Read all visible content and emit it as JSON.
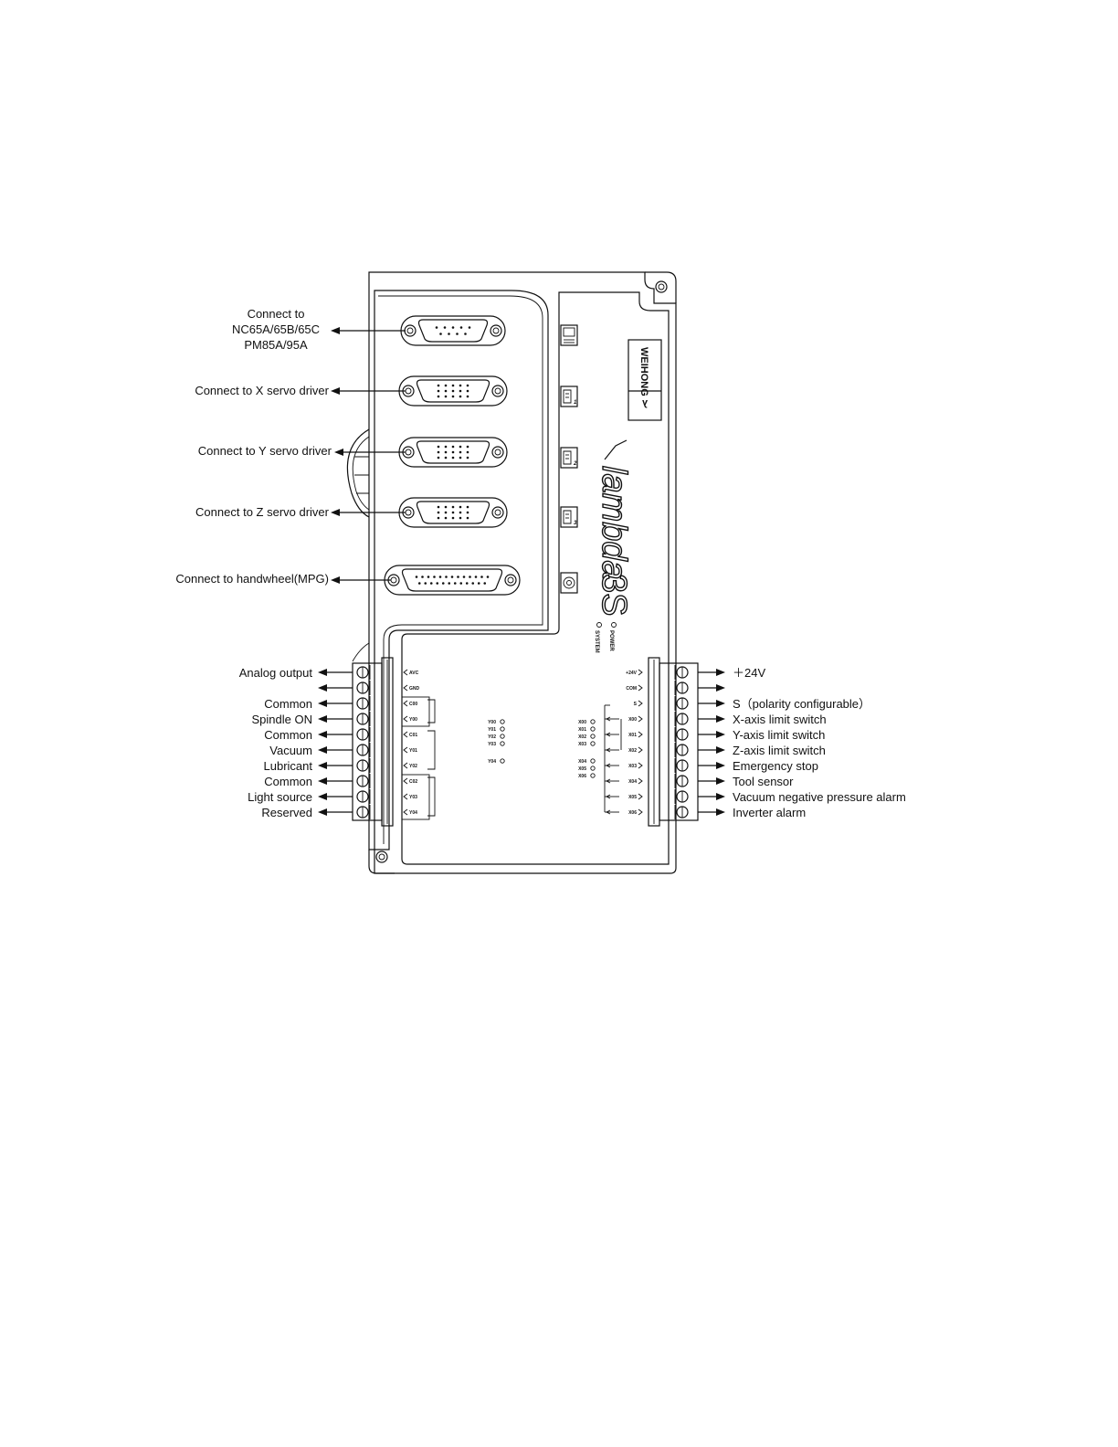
{
  "top_ports": [
    {
      "label_lines": [
        "Connect to",
        "NC65A/65B/65C",
        "PM85A/95A"
      ],
      "pins": 9
    },
    {
      "label_lines": [
        "Connect to X servo driver"
      ],
      "pins": 15
    },
    {
      "label_lines": [
        "Connect to Y servo driver"
      ],
      "pins": 15
    },
    {
      "label_lines": [
        "Connect to Z servo driver"
      ],
      "pins": 15
    },
    {
      "label_lines": [
        "Connect to handwheel(MPG)"
      ],
      "pins": 25
    }
  ],
  "left_terminals": [
    {
      "label": "Analog output",
      "pin": "AVC"
    },
    {
      "label": "",
      "pin": "GND"
    },
    {
      "label": "Common",
      "pin": "C00"
    },
    {
      "label": "Spindle ON",
      "pin": "Y00"
    },
    {
      "label": "Common",
      "pin": "C01"
    },
    {
      "label": "Vacuum",
      "pin": "Y01"
    },
    {
      "label": "Lubricant",
      "pin": "Y02"
    },
    {
      "label": "Common",
      "pin": "C02"
    },
    {
      "label": "Light source",
      "pin": "Y03"
    },
    {
      "label": "Reserved",
      "pin": "Y04"
    }
  ],
  "right_terminals": [
    {
      "label": "＋24V",
      "pin": "+24V"
    },
    {
      "label": "",
      "pin": "COM"
    },
    {
      "label": "S（polarity configurable）",
      "pin": "S"
    },
    {
      "label": "X-axis  limit switch",
      "pin": "X00"
    },
    {
      "label": "Y-axis limit switch",
      "pin": "X01"
    },
    {
      "label": "Z-axis limit switch",
      "pin": "X02"
    },
    {
      "label": "Emergency stop",
      "pin": "X03"
    },
    {
      "label": "Tool sensor",
      "pin": "X04"
    },
    {
      "label": "Vacuum negative pressure alarm",
      "pin": "X05"
    },
    {
      "label": "Inverter alarm",
      "pin": "X06"
    }
  ],
  "output_leds": [
    "Y00",
    "Y01",
    "Y02",
    "Y03",
    "Y04"
  ],
  "input_leds": [
    "X00",
    "X01",
    "X02",
    "X03",
    "X04",
    "X05",
    "X06"
  ],
  "status_leds": [
    "POWER",
    "SYSTEM"
  ],
  "port_icons": [
    "",
    "1",
    "2",
    "3",
    ""
  ],
  "brand": {
    "model": "lambda",
    "model_suffix": "3S",
    "logo_text": "WEIHONG",
    "logo_symbol": "λ"
  }
}
